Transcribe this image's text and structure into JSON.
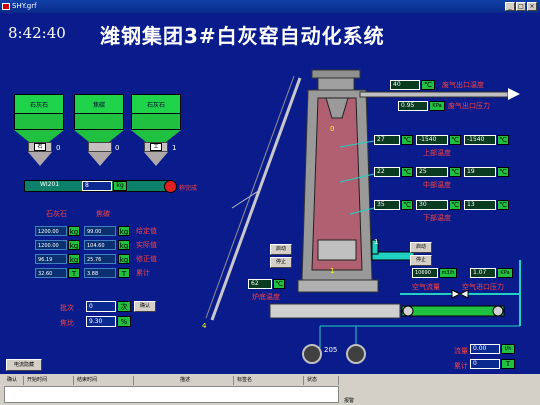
{
  "window": {
    "title": "SHY.grf"
  },
  "header": {
    "clock": "8:42:40",
    "title": "潍钢集团3#白灰窑自动化系统"
  },
  "hoppers": [
    {
      "label": "石灰石"
    },
    {
      "label": "焦碳"
    },
    {
      "label": "石灰石"
    }
  ],
  "bins": [
    {
      "icon": "石",
      "count": "0"
    },
    {
      "icon": "",
      "count": "0"
    },
    {
      "icon": "工",
      "count": "1"
    }
  ],
  "weigh": {
    "id": "WI201",
    "value": "8",
    "unit": "kg",
    "status": "称完成"
  },
  "materials": {
    "col1": "石灰石",
    "col2": "焦碳"
  },
  "table": {
    "rows": [
      {
        "v1": "1200.00",
        "u1": "kg",
        "v2": "99.00",
        "u2": "kg",
        "label": "给定值"
      },
      {
        "v1": "1200.00",
        "u1": "kg",
        "v2": "104.60",
        "u2": "kg",
        "label": "实际值"
      },
      {
        "v1": "96.19",
        "u1": "kg",
        "v2": "25.76",
        "u2": "kg",
        "label": "修正值"
      },
      {
        "v1": "32.60",
        "u1": "T",
        "v2": "3.88",
        "u2": "T",
        "label": "累计"
      }
    ]
  },
  "batch": {
    "batch_label": "批次",
    "batch_value": "0",
    "batch_unit": "次",
    "confirm": "确认",
    "ratio_label": "焦比",
    "ratio_value": "9.30",
    "ratio_unit": "%"
  },
  "exhaust": {
    "temp_value": "40",
    "temp_unit": "℃",
    "temp_label": "废气出口温度",
    "press_value": "0.95",
    "press_unit": "KPa",
    "press_label": "废气出口压力"
  },
  "upper": {
    "v1": "27",
    "v2": "-1540",
    "v3": "-1540",
    "unit": "℃",
    "label": "上部温度"
  },
  "middle": {
    "v1": "22",
    "v2": "25",
    "v3": "19",
    "unit": "℃",
    "label": "中部温度"
  },
  "lower": {
    "v1": "35",
    "v2": "30",
    "v3": "13",
    "unit": "℃",
    "label": "下部温度"
  },
  "kiln": {
    "top_num": "0",
    "mid_num": "1",
    "side_num": "1",
    "rail_num": "4"
  },
  "start_stop_left": {
    "start": "启动",
    "stop": "停止"
  },
  "start_stop_right": {
    "start": "启动",
    "stop": "停止"
  },
  "bottom_temp": {
    "value": "62",
    "unit": "℃",
    "label": "炉底温度"
  },
  "air": {
    "flow_value": "10690",
    "flow_unit": "m3/h",
    "flow_label": "空气流量",
    "press_value": "1.07",
    "press_unit": "KPa",
    "press_label": "空气进口压力"
  },
  "fan": {
    "label": "205"
  },
  "output": {
    "flow_label": "流量",
    "flow_value": "0.00",
    "flow_unit": "t/h",
    "total_label": "累计",
    "total_value": "0",
    "total_unit": "T"
  },
  "status": {
    "toggle": "电流隐藏",
    "columns": [
      "确认",
      "开始时间",
      "结束时间",
      "描述",
      "标签名",
      "状态"
    ],
    "alarm": "报警"
  }
}
